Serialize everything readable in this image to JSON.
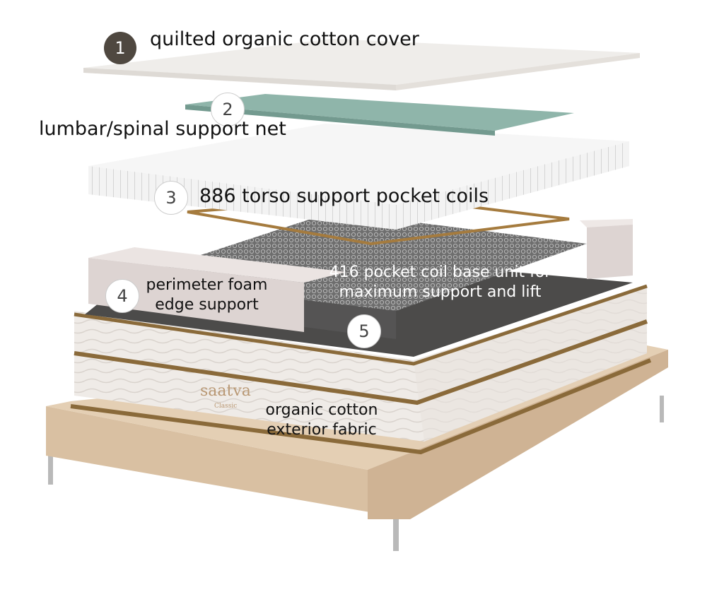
{
  "callouts": [
    {
      "number": "1",
      "text": "quilted organic cotton cover"
    },
    {
      "number": "2",
      "text": "lumbar/spinal support net"
    },
    {
      "number": "3",
      "text": "886 torso support pocket coils"
    },
    {
      "number": "4",
      "text_lines": [
        "perimeter foam",
        "edge support"
      ]
    },
    {
      "number": "5",
      "text_lines": [
        "416 pocket coil base unit for",
        "maximum support and lift"
      ]
    },
    {
      "text_lines": [
        "organic cotton",
        "exterior fabric"
      ]
    }
  ],
  "brand": {
    "name": "saatva",
    "sub": "Classic"
  },
  "colors": {
    "cover": "#efedea",
    "net": "#8fb5aa",
    "coils": "#f2f2f2",
    "foam": "#ddd5d3",
    "coil_base": "#7d7d7d",
    "mattress": "#ede9e5",
    "piping": "#8a6a3a",
    "bed_frame": "#dcc4a6",
    "badge_dark": "#4f4840"
  }
}
